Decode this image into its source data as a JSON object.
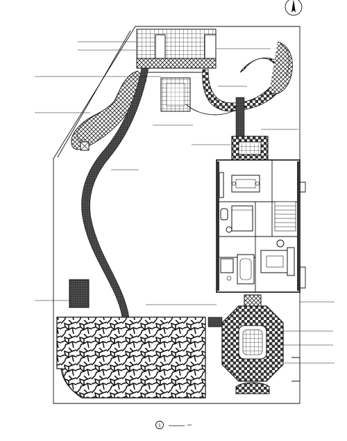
{
  "drawing": {
    "north_arrow_icon": "north-arrow-icon",
    "detail_marker": "1",
    "caption": "",
    "scale_note": ""
  },
  "callouts": [
    {
      "id": "c1",
      "text": ""
    },
    {
      "id": "c2",
      "text": ""
    },
    {
      "id": "c3",
      "text": ""
    },
    {
      "id": "c4",
      "text": ""
    },
    {
      "id": "c5",
      "text": ""
    },
    {
      "id": "c6",
      "text": ""
    },
    {
      "id": "c7",
      "text": ""
    },
    {
      "id": "c8",
      "text": ""
    },
    {
      "id": "c9",
      "text": ""
    },
    {
      "id": "c10",
      "text": ""
    }
  ],
  "colors": {
    "line": "#111111",
    "hatch": "#000000",
    "paper": "#ffffff"
  }
}
